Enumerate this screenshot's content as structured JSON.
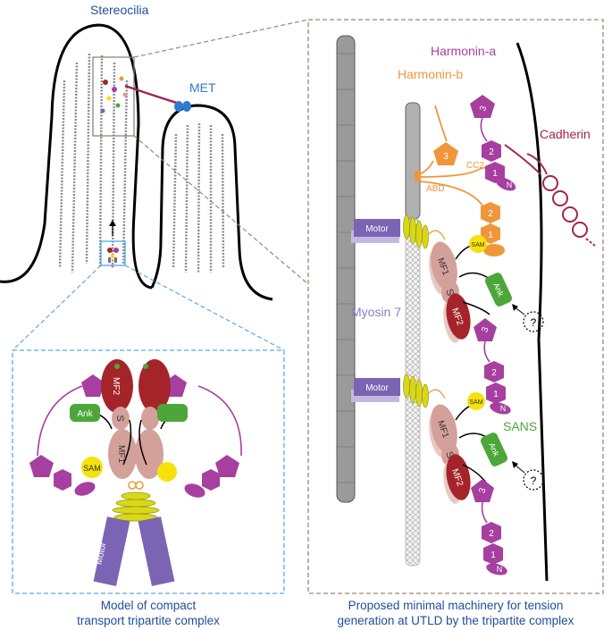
{
  "labels": {
    "stereocilia": "Stereocilia",
    "met": "MET",
    "harmonin_a": "Harmonin-a",
    "harmonin_b": "Harmonin-b",
    "cadherin": "Cadherin",
    "myosin7": "Myosin 7",
    "sans": "SANS",
    "motor": "Motor",
    "abd": "ABD",
    "cc2": "CC2",
    "sam": "SAM",
    "ank": "Ank",
    "mf1": "MF1",
    "mf2": "MF2",
    "s": "S",
    "question": "?",
    "n": "N",
    "one": "1",
    "two": "2",
    "three": "3"
  },
  "captions": {
    "left_line1": "Model of compact",
    "left_line2": "transport tripartite complex",
    "right_line1": "Proposed minimal machinery for tension",
    "right_line2": "generation at UTLD by the tripartite complex"
  },
  "colors": {
    "blue_text": "#1f4e9c",
    "met_blue": "#2e7bd1",
    "harmonin_a": "#a63fa0",
    "harmonin_b": "#f0963a",
    "cadherin": "#a3234e",
    "myosin_motor": "#7b64b4",
    "myosin_label": "#8e7cc3",
    "sans_green": "#4da63a",
    "mf2_red": "#a5242a",
    "mf1_pink": "#d4a09a",
    "sam_yellow": "#f5e20a",
    "coil_yellow": "#d8d81a",
    "dashed_box_blue": "#5aa9e6",
    "dashed_box_brown": "#9b8672"
  }
}
